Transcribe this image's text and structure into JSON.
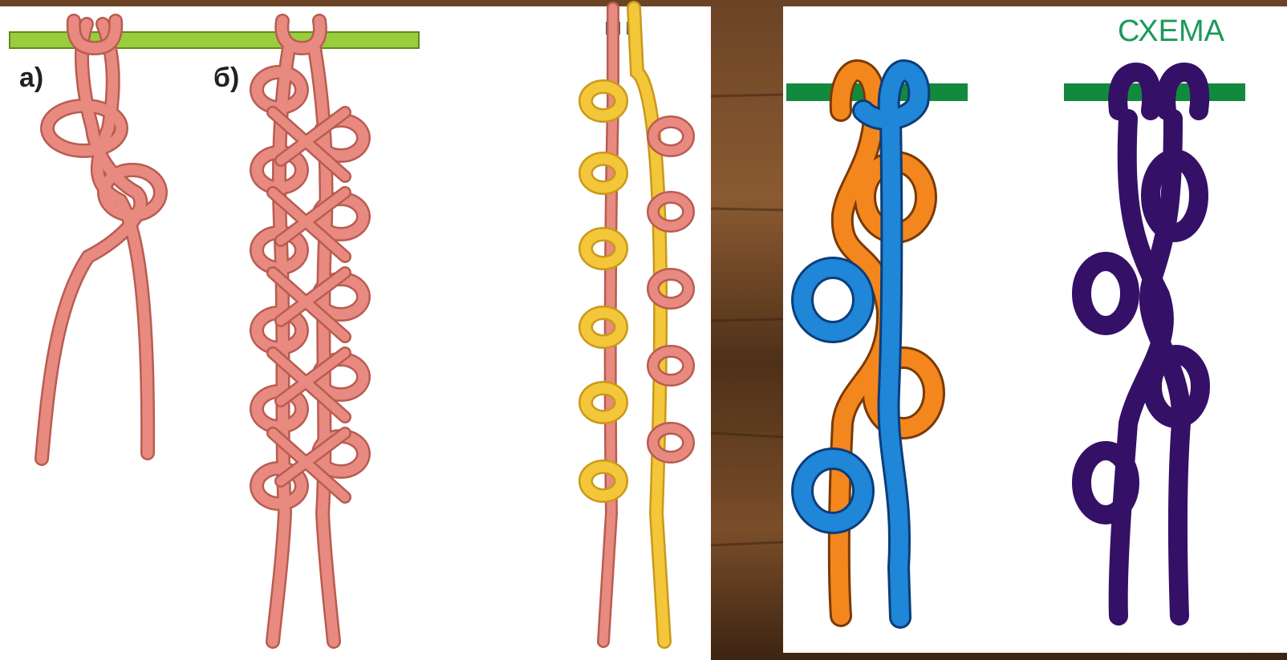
{
  "diagram": {
    "left_panel": {
      "label_a": "а)",
      "label_b": "б)"
    },
    "right_panel": {
      "title": "СХЕМА"
    },
    "colors": {
      "rod_light": "#9acd3c",
      "cord_pink": "#e88a7f",
      "cord_pink_outline": "#b85c52",
      "cord_yellow": "#f4c63a",
      "rod_green": "#128a3e",
      "cord_orange": "#f4861e",
      "cord_blue": "#1f86d8",
      "cord_purple": "#341066",
      "wood": "#5a3a20"
    }
  }
}
